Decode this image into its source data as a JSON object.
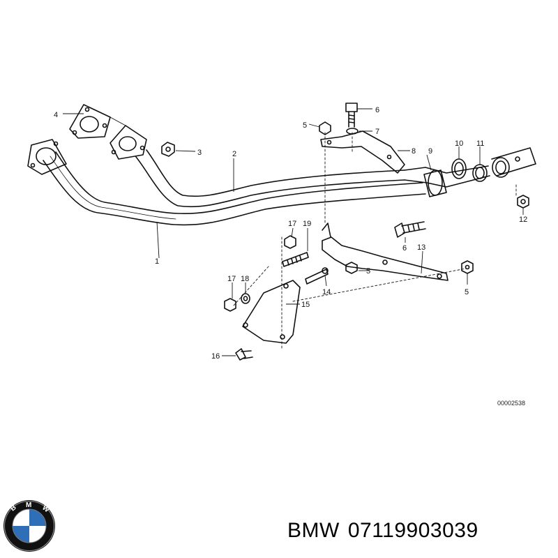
{
  "diagram": {
    "callouts": {
      "c1": "1",
      "c2": "2",
      "c3": "3",
      "c4": "4",
      "c5a": "5",
      "c5b": "5",
      "c5c": "5",
      "c6a": "6",
      "c6b": "6",
      "c7": "7",
      "c8": "8",
      "c9": "9",
      "c10": "10",
      "c11": "11",
      "c12": "12",
      "c13": "13",
      "c14": "14",
      "c15": "15",
      "c16": "16",
      "c17a": "17",
      "c17b": "17",
      "c18": "18",
      "c19": "19"
    },
    "drawing_number": "00002538"
  },
  "logo": {
    "letters": "BMW",
    "colors": {
      "blue": "#2f6fb8",
      "black": "#111111",
      "white": "#ffffff"
    }
  },
  "part": {
    "brand": "BMW",
    "number": "07119903039"
  }
}
